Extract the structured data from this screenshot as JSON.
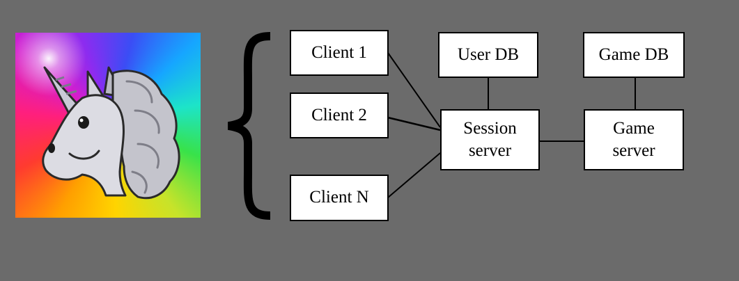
{
  "colors": {
    "background": "#6b6b6b",
    "node_fill": "#ffffff",
    "node_border": "#000000",
    "line": "#000000"
  },
  "logo": {
    "icon": "unicorn-icon"
  },
  "brace": {
    "glyph": "{"
  },
  "nodes": {
    "client_1": "Client 1",
    "client_2": "Client 2",
    "client_n": "Client N",
    "user_db": "User DB",
    "game_db": "Game DB",
    "session_server": "Session\nserver",
    "game_server": "Game\nserver"
  },
  "edges": [
    [
      "client_1",
      "session_server"
    ],
    [
      "client_2",
      "session_server"
    ],
    [
      "client_n",
      "session_server"
    ],
    [
      "user_db",
      "session_server"
    ],
    [
      "session_server",
      "game_server"
    ],
    [
      "game_db",
      "game_server"
    ]
  ]
}
